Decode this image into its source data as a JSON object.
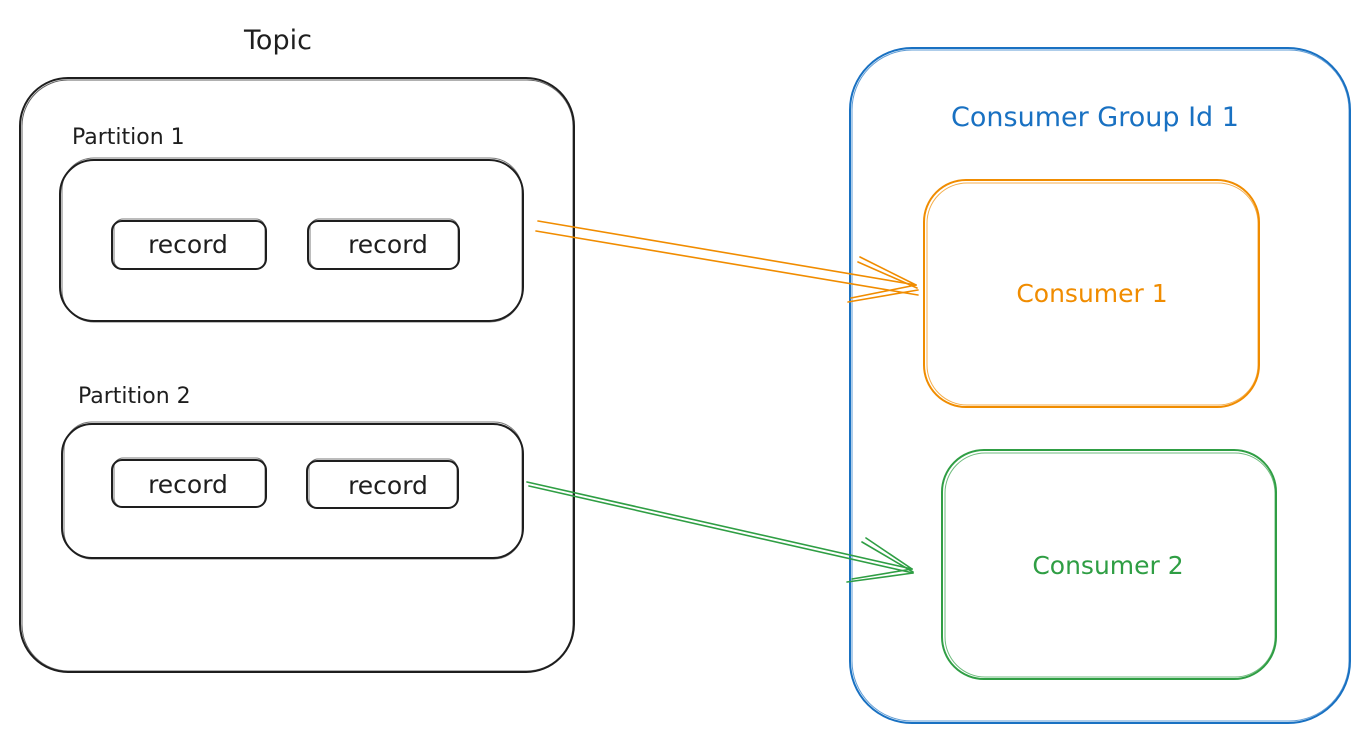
{
  "topic": {
    "title": "Topic",
    "partitions": [
      {
        "label": "Partition 1",
        "records": [
          "record",
          "record"
        ]
      },
      {
        "label": "Partition 2",
        "records": [
          "record",
          "record"
        ]
      }
    ]
  },
  "consumer_group": {
    "title": "Consumer Group Id 1",
    "consumers": [
      {
        "label": "Consumer 1"
      },
      {
        "label": "Consumer 2"
      }
    ]
  },
  "colors": {
    "ink": "#1e1e1e",
    "group": "#1971c2",
    "consumer_1": "#f08c00",
    "consumer_2": "#2f9e44"
  }
}
